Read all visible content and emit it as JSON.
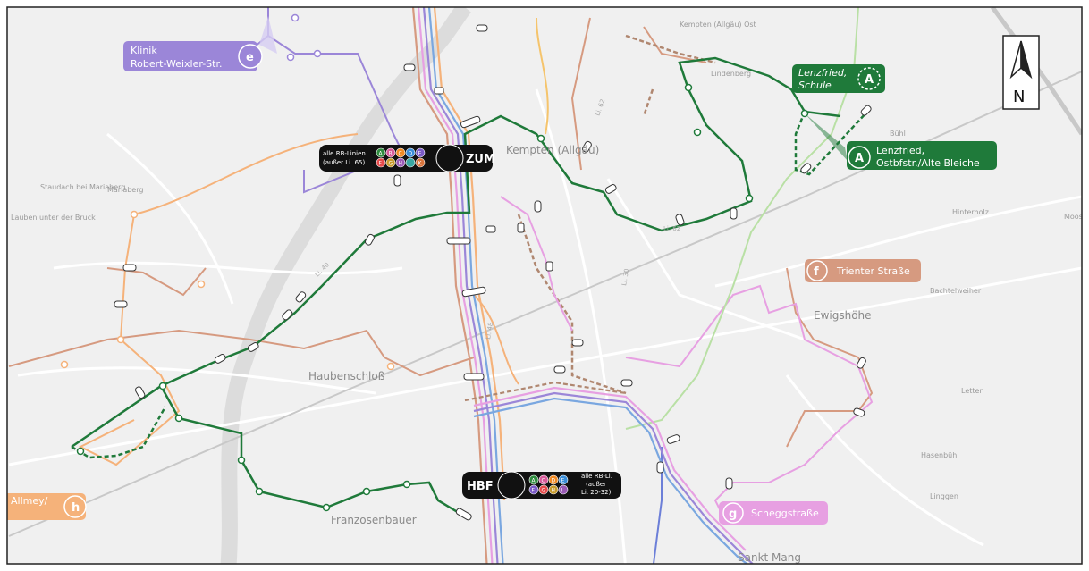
{
  "north_arrow": {
    "letter": "N"
  },
  "place_names": [
    "Kempten (Allgäu)",
    "Haubenschloß",
    "Franzosenbauer",
    "Sankt Mang",
    "Staudach bei Mariaberg",
    "Lauben unter der Bruck",
    "Ewigshöhe",
    "Hinterholz",
    "Letten",
    "Hasenbühl",
    "Linggen",
    "Moos",
    "Kempten (Allgäu) Ost",
    "Bühl",
    "Lindenberg",
    "Mariaberg",
    "Bachtelweiher"
  ],
  "street_labels": [
    "Li. 62",
    "Li. 62",
    "Li. 30",
    "Li. 48",
    "Li. 40"
  ],
  "hub_zum": {
    "name": "ZUM",
    "note_line1": "alle RB-Linien",
    "note_line2": "(außer Li. 65)",
    "letters": [
      "A",
      "B",
      "C",
      "D",
      "E",
      "F",
      "G",
      "H",
      "I",
      "K"
    ]
  },
  "hub_hbf": {
    "name": "HBF",
    "note_line1": "alle RB-Li.",
    "note_line2": "(außer",
    "note_line3": "Li. 20-32)",
    "letters": [
      "A",
      "C",
      "D",
      "E",
      "F",
      "G",
      "H",
      "I"
    ]
  },
  "terminals": {
    "e": {
      "letter": "e",
      "line1": "Klinik",
      "line2": "Robert-Weixler-Str.",
      "color": "#9b86d8"
    },
    "a_top": {
      "letter": "A",
      "line1": "Lenzfried,",
      "line2": "Schule",
      "color": "#1f7a3a"
    },
    "a_right": {
      "letter": "A",
      "line1": "Lenzfried,",
      "line2": "Ostbfstr./Alte Bleiche",
      "color": "#1f7a3a"
    },
    "f": {
      "letter": "f",
      "line1": "Trienter Straße",
      "color": "#d69a80"
    },
    "g": {
      "letter": "g",
      "line1": "Scheggstraße",
      "color": "#e7a0e2"
    },
    "h": {
      "letter": "h",
      "line1": "Allmey/",
      "color": "#f5b27a"
    }
  },
  "colors": {
    "line_a": "#1f7a3a",
    "line_e": "#9b86d8",
    "line_f": "#d69a80",
    "line_g": "#e7a0e2",
    "line_h": "#f5b27a",
    "hub_bg": "#111111"
  }
}
